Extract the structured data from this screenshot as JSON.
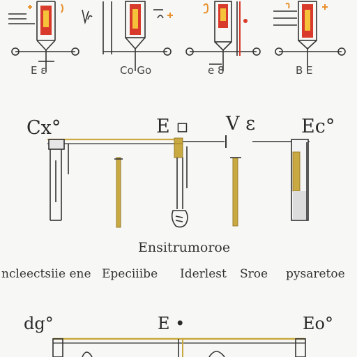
{
  "colors": {
    "ink": "#333333",
    "gold": "#c9a941",
    "gold_dark": "#9a7c2a",
    "red": "#d83a2b",
    "orange": "#e8912e",
    "yellow": "#f5c23a",
    "gray_fill": "#dcdcdc"
  },
  "top_row": {
    "labels": [
      "E  ε",
      "Co  Go",
      "e  8",
      "B  E"
    ]
  },
  "middle": {
    "headings": [
      "Cx°",
      "E  ▫",
      "V ε",
      "Ec°"
    ],
    "caption": "Ensitrumoroe",
    "subtitle_parts": [
      "ncleectsiie  ene",
      "Epeciiibe",
      "Iderlest",
      "Sroe",
      "pysaretoe"
    ]
  },
  "bottom": {
    "headings": [
      "dg°",
      "E •",
      "Eo°"
    ]
  }
}
